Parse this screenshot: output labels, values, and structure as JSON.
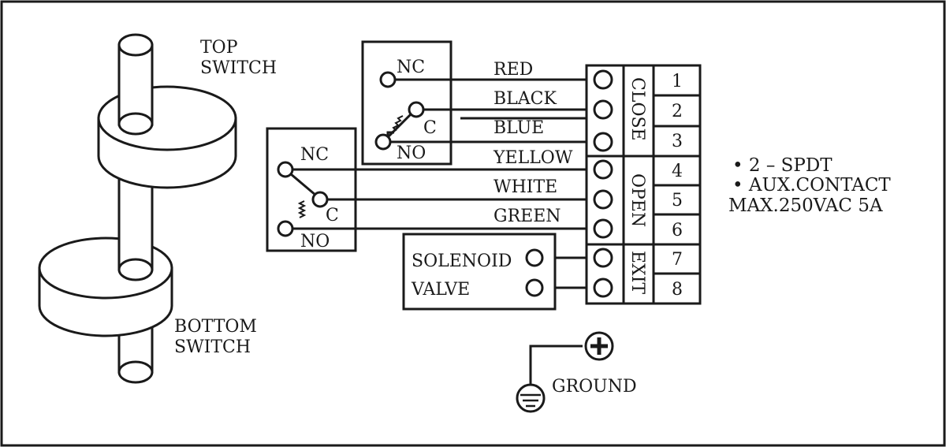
{
  "switches": {
    "top_label_line1": "TOP",
    "top_label_line2": "SWITCH",
    "bottom_label_line1": "BOTTOM",
    "bottom_label_line2": "SWITCH"
  },
  "spdt_upper": {
    "nc": "NC",
    "c": "C",
    "no": "NO"
  },
  "spdt_lower": {
    "nc": "NC",
    "c": "C",
    "no": "NO"
  },
  "wires": [
    "RED",
    "BLACK",
    "BLUE",
    "YELLOW",
    "WHITE",
    "GREEN"
  ],
  "terminal_groups": [
    "CLOSE",
    "OPEN",
    "EXIT"
  ],
  "terminal_numbers": [
    "1",
    "2",
    "3",
    "4",
    "5",
    "6",
    "7",
    "8"
  ],
  "solenoid": {
    "line1": "SOLENOID",
    "line2": "VALVE"
  },
  "ground": {
    "label": "GROUND"
  },
  "specs": {
    "line1": "• 2 – SPDT",
    "line2": "• AUX.CONTACT",
    "line3": "MAX.250VAC 5A"
  },
  "colors": {
    "line": "#1a1a1a",
    "background": "#ffffff"
  }
}
